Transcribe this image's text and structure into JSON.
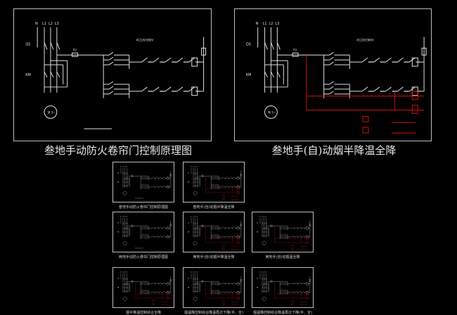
{
  "drawings": [
    {
      "title": "叁地手动防火卷帘门控制原理图",
      "red": false,
      "voltage": "AC220/380V",
      "phases": [
        "N",
        "L1",
        "L2",
        "L3"
      ],
      "labels": {
        "qs": "QS",
        "km": "KM",
        "fu": "FU",
        "motor": "M 3~"
      }
    },
    {
      "title": "叁地手(自)动烟半降温全降",
      "red": true,
      "voltage": "AC220/380V",
      "phases": [
        "N",
        "L1",
        "L2",
        "L3"
      ],
      "labels": {
        "qs": "QS",
        "km": "KM",
        "fu": "FU",
        "motor": "M 3~"
      }
    }
  ],
  "thumbnails": [
    {
      "caption": "叁地手动防火卷帘门控制原理图",
      "red": false
    },
    {
      "caption": "叁地手(自)动烟半降温全降",
      "red": true
    },
    {
      "caption": "两地手动防火卷帘门控制原理图",
      "red": false
    },
    {
      "caption": "两地手(自)动烟半降温全降",
      "red": true
    },
    {
      "caption": "两地手(自)动烟温全降",
      "red": true
    },
    {
      "caption": "烟半降温控制综合全降",
      "red": true
    },
    {
      "caption": "烟温降控制综合降温再次下降(半、全)",
      "red": true
    },
    {
      "caption": "烟温降控制综合降温再次下降(半、全)",
      "red": true
    }
  ],
  "colors": {
    "background": "#000000",
    "line": "#e0e0e0",
    "frame": "#bdbdbd",
    "accent": "#d01010"
  }
}
